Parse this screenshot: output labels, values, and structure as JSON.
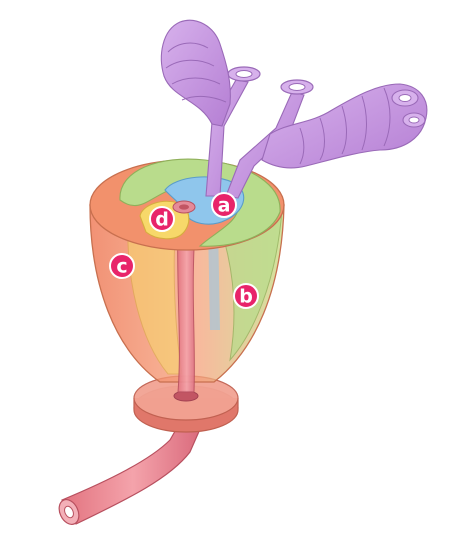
{
  "labels": {
    "a": "a",
    "b": "b",
    "c": "c",
    "d": "d"
  },
  "colors": {
    "label_badge": "#e8246a",
    "region_a": "#8fc6ec",
    "region_b": "#b9dc8c",
    "region_c": "#f08a66",
    "region_d": "#f7d86a",
    "tubules": "#c79be0",
    "ducts": "#e58a98"
  }
}
